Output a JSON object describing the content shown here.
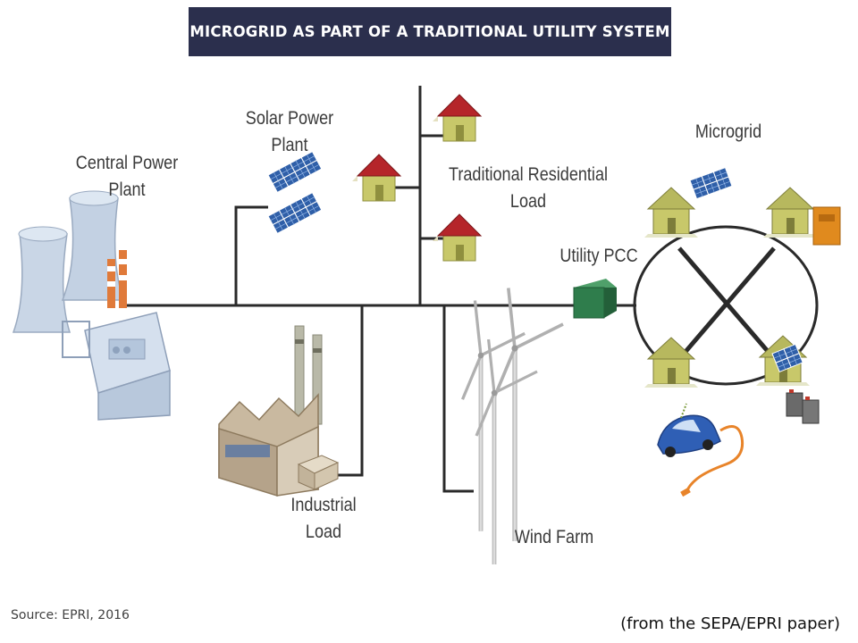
{
  "title": "MICROGRID AS PART OF A TRADITIONAL UTILITY SYSTEM",
  "labels": {
    "central_power_plant": [
      "Central Power",
      "Plant"
    ],
    "solar_power_plant": [
      "Solar Power",
      "Plant"
    ],
    "residential_load": [
      "Traditional Residential",
      "Load"
    ],
    "microgrid": "Microgrid",
    "utility_pcc": "Utility PCC",
    "industrial_load": [
      "Industrial",
      "Load"
    ],
    "wind_farm": "Wind Farm"
  },
  "source": "Source: EPRI, 2016",
  "caption": "(from the SEPA/EPRI  paper)",
  "colors": {
    "banner": "#2b2f4d",
    "lines": "#2a2a2a",
    "roof": "#b5252a",
    "house_wall": "#c8c86a",
    "solar_panel": "#2f5fa8",
    "pcc_box": "#2f7d4c",
    "generator": "#e08a1e"
  },
  "icons": [
    "power-plant-icon",
    "solar-panel-icon",
    "house-icon",
    "factory-icon",
    "wind-turbine-icon",
    "pcc-box-icon",
    "generator-icon",
    "battery-icon",
    "electric-car-icon"
  ]
}
